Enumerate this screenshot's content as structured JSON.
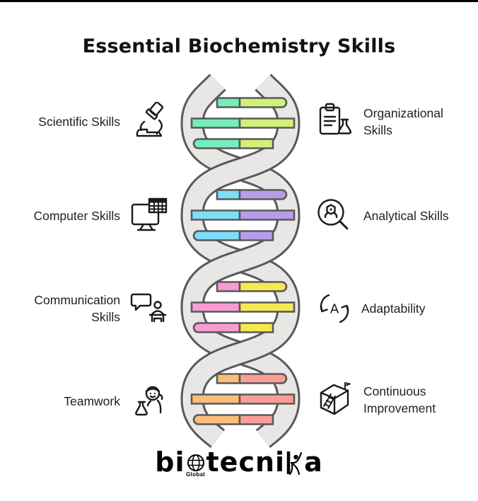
{
  "title": "Essential Biochemistry Skills",
  "rows": [
    {
      "left_label": "Scientific Skills",
      "left_icon": "microscope-icon",
      "right_label": "Organizational Skills",
      "right_icon": "clipboard-flask-icon",
      "rung_left_color": "#75EDBA",
      "rung_right_color": "#D3F078"
    },
    {
      "left_label": "Computer Skills",
      "left_icon": "monitor-spreadsheet-icon",
      "right_label": "Analytical Skills",
      "right_icon": "magnifier-molecule-icon",
      "rung_left_color": "#7FDDF8",
      "rung_right_color": "#B89CEA"
    },
    {
      "left_label": "Communication Skills",
      "left_icon": "speech-bubble-person-icon",
      "right_label": "Adaptability",
      "right_icon": "cycle-arrows-a-icon",
      "rung_left_color": "#F99BD3",
      "rung_right_color": "#F6E94F"
    },
    {
      "left_label": "Teamwork",
      "left_icon": "scientist-flask-icon",
      "right_label": "Continuous Improvement",
      "right_icon": "box-ladder-flag-icon",
      "rung_left_color": "#FBBD79",
      "rung_right_color": "#FA9D98"
    }
  ],
  "dna": {
    "strand_fill": "#E8E7E5",
    "strand_outline": "#58595B",
    "rung_outline": "#58595B"
  },
  "logo": {
    "part1": "bi",
    "part2": "tecni",
    "part3": "a",
    "globe_label": "Global"
  }
}
